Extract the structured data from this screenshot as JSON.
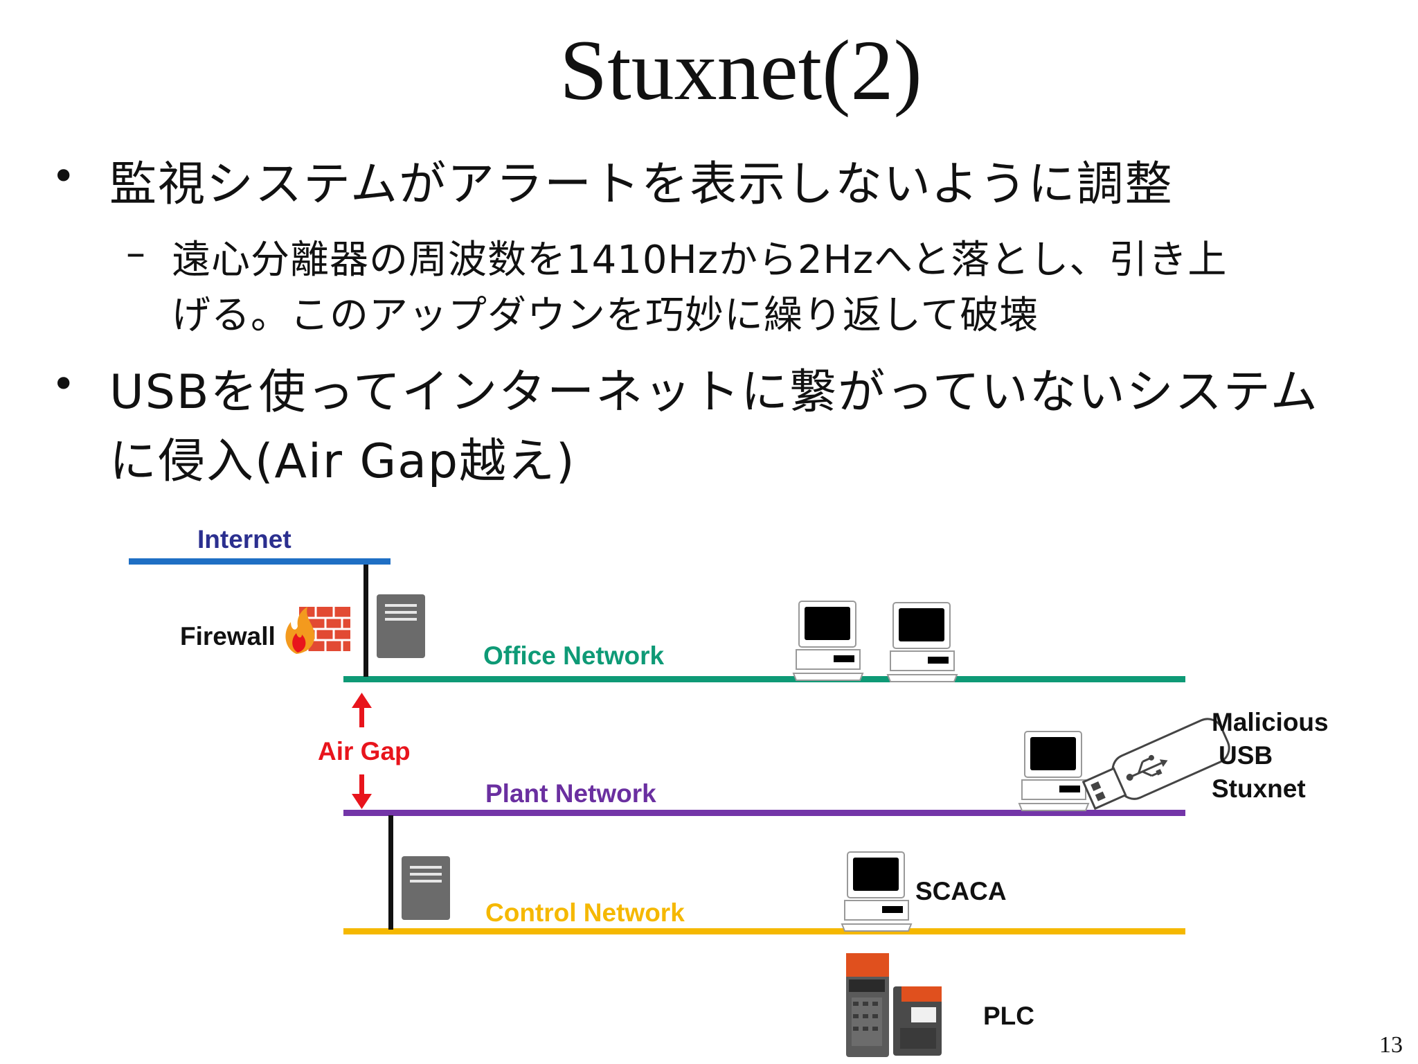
{
  "slide": {
    "title": "Stuxnet(2)",
    "page_number": "13",
    "bullets": [
      {
        "text": "監視システムがアラートを表示しないように調整",
        "sub": {
          "dash": "–",
          "line1": "遠心分離器の周波数を1410Hzから2Hzへと落とし、引き上",
          "line2": "げる。このアップダウンを巧妙に繰り返して破壊"
        }
      },
      {
        "line1": "USBを使ってインターネットに繋がっていないシステム",
        "line2": "に侵入(Air Gap越え)"
      }
    ]
  },
  "diagram": {
    "internet": "Internet",
    "firewall": "Firewall",
    "office_network": "Office Network",
    "air_gap": "Air Gap",
    "plant_network": "Plant Network",
    "control_network": "Control Network",
    "malicious_usb": [
      "Malicious",
      "USB",
      "Stuxnet"
    ],
    "scada": "SCACA",
    "plc": "PLC",
    "colors": {
      "internet": "#1f6fc4",
      "office": "#0e9a76",
      "plant": "#7335a8",
      "control": "#f5b800",
      "air_gap": "#e8141c",
      "internet_label": "#2b2f8f",
      "office_label": "#0e9a76",
      "plant_label": "#6a2fa0",
      "control_label": "#f5b800"
    },
    "icons": [
      "server-icon",
      "firewall-brick-icon",
      "flame-icon",
      "computer-icon",
      "usb-drive-icon",
      "plc-device-icon",
      "arrow-up-icon",
      "arrow-down-icon"
    ]
  }
}
